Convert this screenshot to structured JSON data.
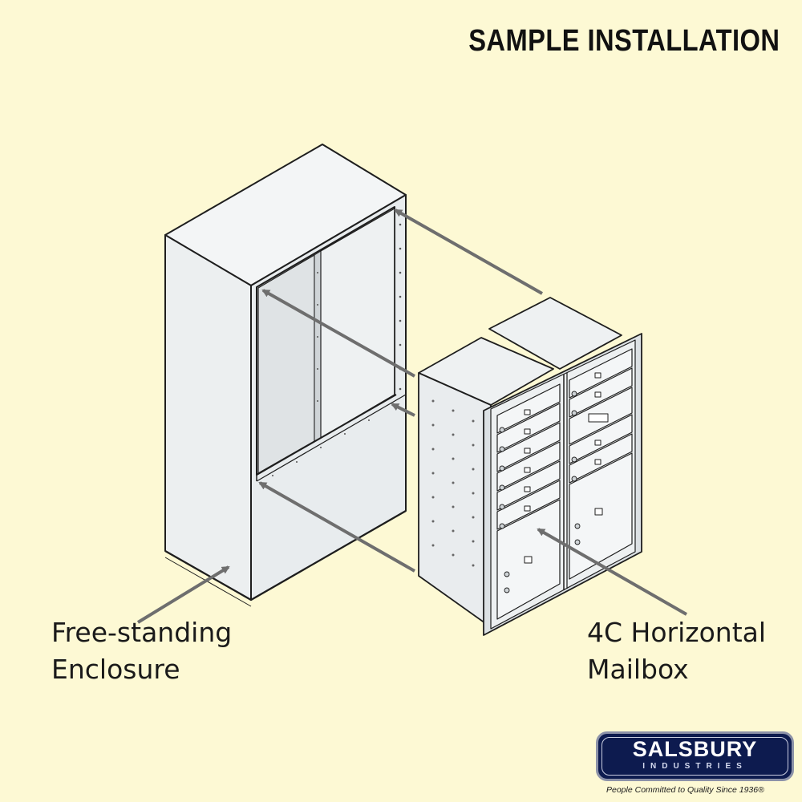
{
  "title": "SAMPLE INSTALLATION",
  "labels": {
    "enclosure": [
      "Free-standing",
      "Enclosure"
    ],
    "mailbox": [
      "4C Horizontal",
      "Mailbox"
    ]
  },
  "logo": {
    "name": "SALSBURY",
    "sub": "INDUSTRIES",
    "tagline": "People Committed to Quality Since 1936®"
  },
  "colors": {
    "background": "#fdf9d4",
    "panel": "#eef1f2",
    "arrow": "#6e6e6e",
    "logo_bg": "#0d1b4f"
  }
}
